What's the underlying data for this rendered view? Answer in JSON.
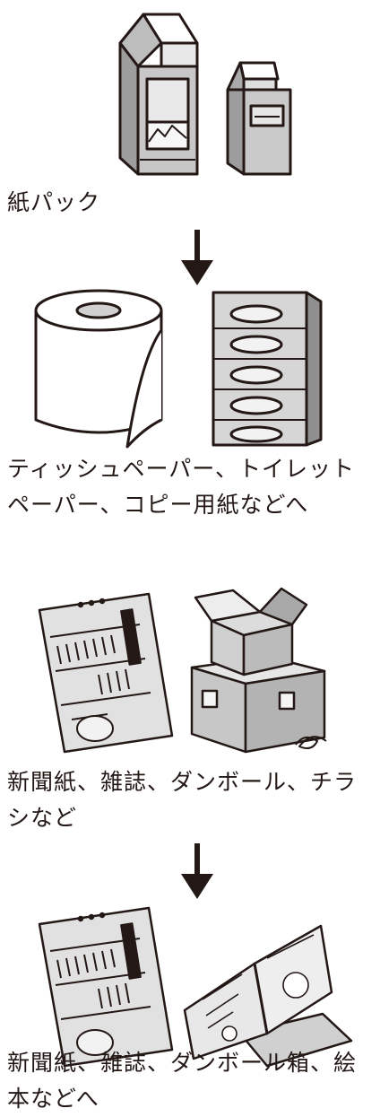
{
  "sections": [
    {
      "caption": "紙パック"
    },
    {
      "caption": "ティッシュペーパー、トイレット\nペーパー、コピー用紙などへ"
    },
    {
      "caption": "新聞紙、雑誌、ダンボール、チラ\nシなど"
    },
    {
      "caption": "新聞紙、雑誌、ダンボール箱、絵\n本などへ"
    }
  ],
  "icons": [
    "milk-carton-icon",
    "down-arrow-icon",
    "toilet-paper-icon",
    "tissue-box-icon",
    "newspaper-icon",
    "cardboard-box-icon",
    "magazine-icon"
  ],
  "colors": {
    "ink": "#231815",
    "gray": "#bfbfbf",
    "light": "#e3e3e3"
  }
}
